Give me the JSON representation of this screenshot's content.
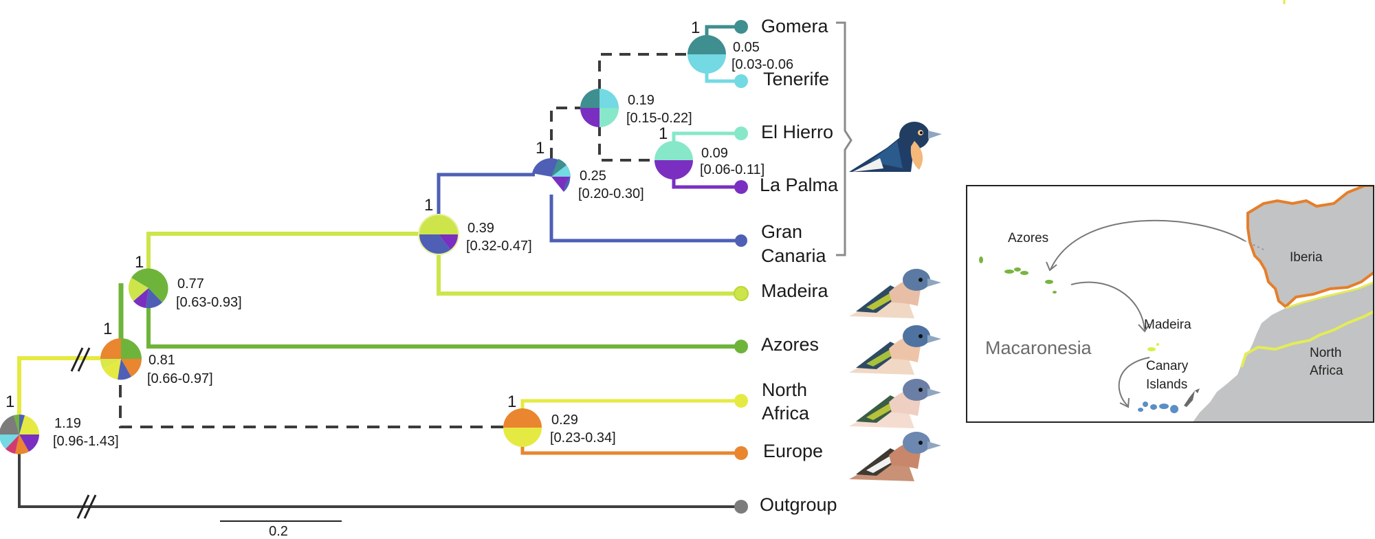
{
  "colors": {
    "outgroup": "#7c7c7c",
    "north_africa": "#e5ea43",
    "europe": "#e9862f",
    "azores": "#6fb43a",
    "madeira": "#cde54b",
    "gran_canaria": "#4e5fb5",
    "la_palma": "#7a2fc0",
    "el_hierro": "#86e8c8",
    "tenerife": "#73d9e3",
    "gomera": "#3f8e90",
    "dashed": "#3b3b3b",
    "iberia_border": "#e57e2a",
    "north_africa_border": "#e3ec56",
    "land": "#c2c3c4",
    "azores_land": "#78b43f",
    "madeira_land": "#d6ef48",
    "canary_land": "#5a8ec6"
  },
  "tips": {
    "gomera": "Gomera",
    "tenerife": "Tenerife",
    "el_hierro": "El Hierro",
    "la_palma": "La Palma",
    "gran_canaria_1": "Gran",
    "gran_canaria_2": "Canaria",
    "madeira": "Madeira",
    "azores": "Azores",
    "north_africa_1": "North",
    "north_africa_2": "Africa",
    "europe": "Europe",
    "outgroup": "Outgroup"
  },
  "nodes": {
    "root": {
      "support": "1",
      "age": "1.19",
      "hpd": "[0.96-1.43]"
    },
    "n081": {
      "support": "1",
      "age": "0.81",
      "hpd": "[0.66-0.97]"
    },
    "n077": {
      "support": "1",
      "age": "0.77",
      "hpd": "[0.63-0.93]"
    },
    "n039": {
      "support": "1",
      "age": "0.39",
      "hpd": "[0.32-0.47]"
    },
    "n025": {
      "support": "1",
      "age": "0.25",
      "hpd": "[0.20-0.30]"
    },
    "n019": {
      "support": "",
      "age": "0.19",
      "hpd": "[0.15-0.22]"
    },
    "n009": {
      "support": "1",
      "age": "0.09",
      "hpd": "[0.06-0.11]"
    },
    "n005": {
      "support": "1",
      "age": "0.05",
      "hpd": "[0.03-0.06"
    },
    "n029": {
      "support": "1",
      "age": "0.29",
      "hpd": "[0.23-0.34]"
    }
  },
  "scale_bar": {
    "label": "0.2"
  },
  "map": {
    "azores": "Azores",
    "iberia": "Iberia",
    "madeira": "Madeira",
    "macaronesia": "Macaronesia",
    "canary_1": "Canary",
    "canary_2": "Islands",
    "north_africa_1": "North",
    "north_africa_2": "Africa"
  }
}
